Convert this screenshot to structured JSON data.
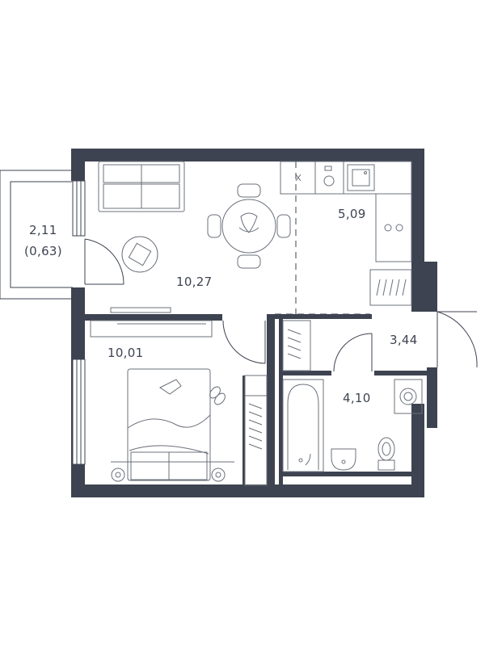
{
  "rooms": {
    "balcony_area": "2,11",
    "balcony_reduced": "(0,63)",
    "living_area": "10,27",
    "kitchen_area": "5,09",
    "bedroom_area": "10,01",
    "hall_area": "3,44",
    "bathroom_area": "4,10"
  },
  "colors": {
    "wall": "#3d4350",
    "furniture": "#6b707a",
    "background": "#ffffff"
  }
}
